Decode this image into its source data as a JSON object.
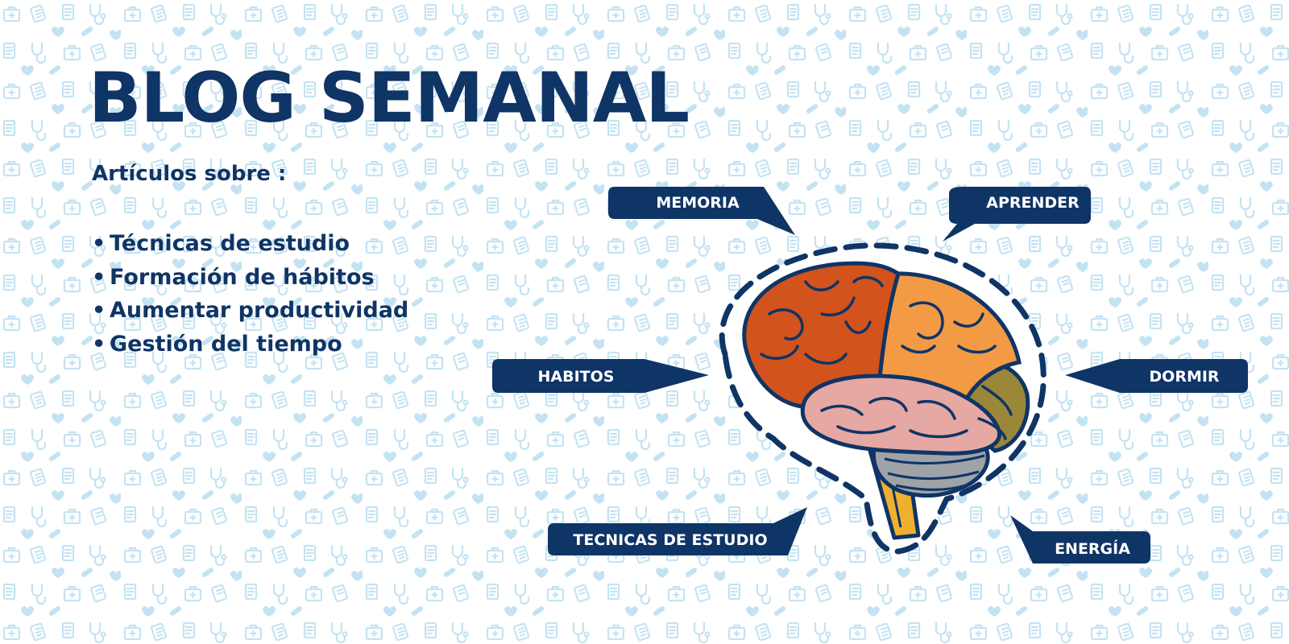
{
  "title": "BLOG SEMANAL",
  "subtitle": "Artículos sobre :",
  "bullets": [
    "Técnicas de estudio",
    "Formación de hábitos",
    "Aumentar productividad",
    "Gestión del tiempo"
  ],
  "callouts": {
    "memoria": "MEMORIA",
    "aprender": "APRENDER",
    "habitos": "HABITOS",
    "dormir": "DORMIR",
    "tecnicas": "TECNICAS DE ESTUDIO",
    "energia": "ENERGÍA"
  },
  "colors": {
    "navy": "#0f3466",
    "pattern": "#c4e3f2",
    "frontal_lobe": "#d2531b",
    "parietal_lobe": "#f39a45",
    "occipital_lobe": "#9b873a",
    "temporal_lobe": "#e6a8a3",
    "cerebellum": "#9fa3a8",
    "brainstem": "#f0b02f"
  },
  "icons": [
    "medical-kit-icon",
    "notepad-icon",
    "stethoscope-icon",
    "pill-icon",
    "checklist-icon"
  ]
}
